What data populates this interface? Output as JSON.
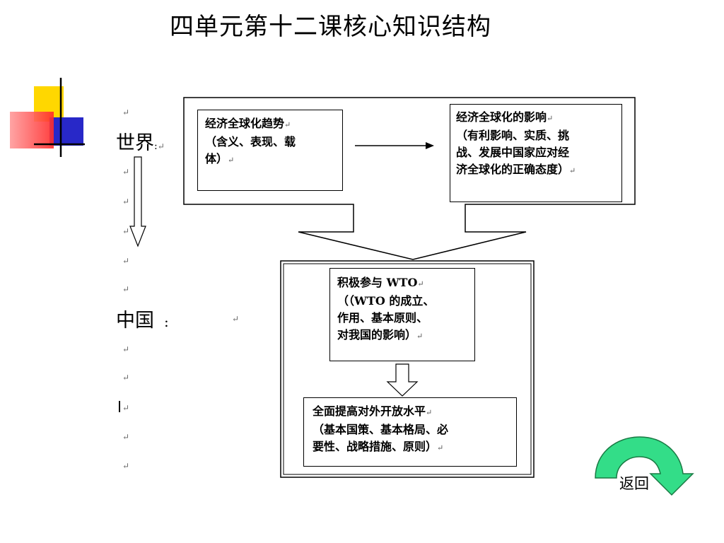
{
  "title": "四单元第十二课核心知识结构",
  "left_labels": {
    "world": "世界",
    "world_colon": ":",
    "china": "中国",
    "china_colon": ":"
  },
  "paragraph_mark": "↵",
  "boxes": {
    "trend": {
      "line1": "经济全球化趋势",
      "line2": "（含义、表现、载\n体）"
    },
    "impact": {
      "line1": "经济全球化的影响",
      "line2": "（有利影响、实质、挑\n战、发展中国家应对经\n济全球化的正确态度）"
    },
    "wto": {
      "line1": "积极参与 WTO",
      "line2": "（（WTO 的成立、\n作用、基本原则、\n对我国的影响）"
    },
    "opening": {
      "line1": "全面提高对外开放水平",
      "line2": "（基本国策、基本格局、必\n要性、战略措施、原则）"
    }
  },
  "back_button": {
    "label": "返回"
  },
  "colors": {
    "yellow": "#ffd700",
    "red": "#ff3333",
    "blue": "#2828c8",
    "back_arrow": "#33dd88",
    "back_arrow_stroke": "#1a7a44"
  }
}
